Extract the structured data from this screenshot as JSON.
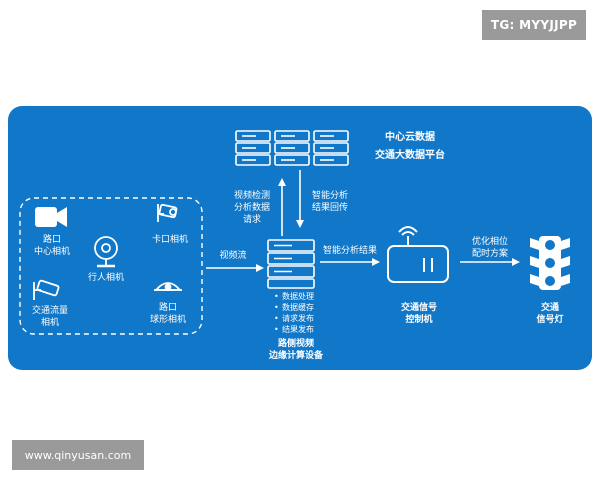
{
  "watermarks": {
    "top_right": "TG: MYYJJPP",
    "bottom_left": "www.qinyusan.com"
  },
  "colors": {
    "panel": "#1177c8",
    "foreground": "#ffffff",
    "watermark_bg": "#9a9a9a"
  },
  "cloud": {
    "line1": "中心云数据",
    "line2": "交通大数据平台"
  },
  "flows": {
    "upload_request": "视频检测\n分析数据\n请求",
    "result_return": "智能分析\n结果回传",
    "video_stream": "视频流",
    "analysis_result": "智能分析结果",
    "optimize_phase": "优化相位\n配时方案"
  },
  "cameras": {
    "center": "路口\n中心相机",
    "bayonet": "卡口相机",
    "pedestrian": "行人相机",
    "flow": "交通流量\n相机",
    "dome": "路口\n球形相机"
  },
  "edge_device": {
    "name": "路侧视频\n边缘计算设备",
    "functions": [
      "数据处理",
      "数据缓存",
      "请求发布",
      "结果发布"
    ]
  },
  "controller": {
    "name": "交通信号\n控制机"
  },
  "traffic_light": {
    "name": "交通\n信号灯"
  },
  "icons": [
    "server-icon",
    "video-camera-icon",
    "bayonet-camera-icon",
    "webcam-icon",
    "cctv-camera-icon",
    "dome-camera-icon",
    "signal-controller-icon",
    "traffic-light-icon"
  ]
}
